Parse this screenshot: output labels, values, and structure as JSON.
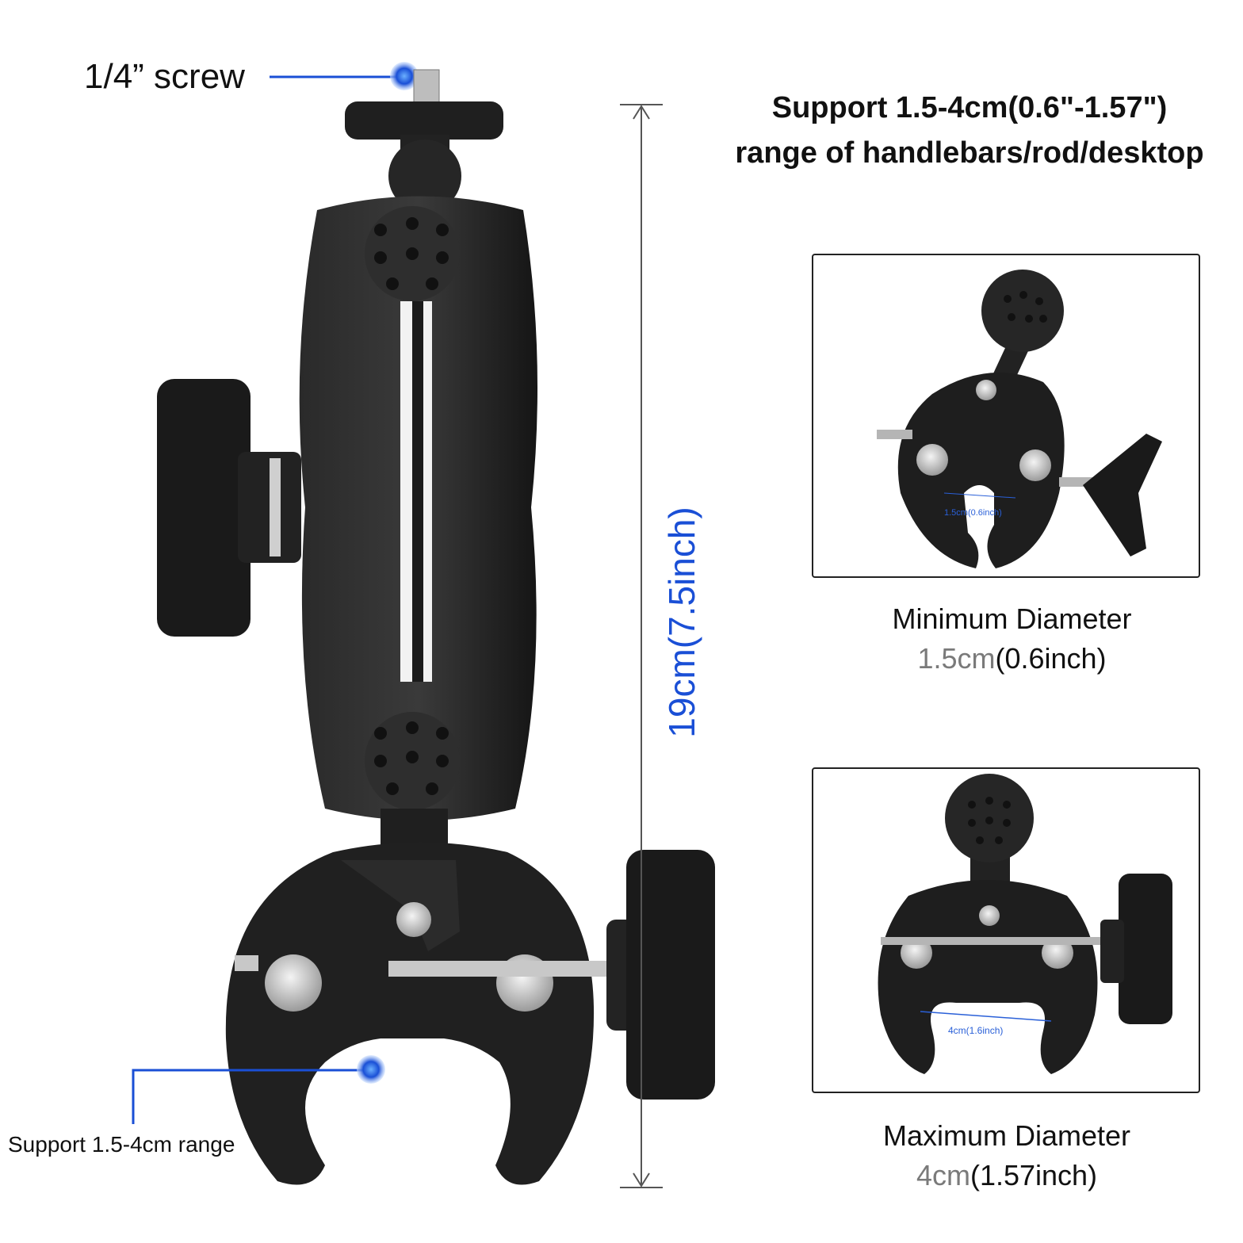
{
  "callouts": {
    "screw": "1/4” screw",
    "range": "Support 1.5-4cm range"
  },
  "header": {
    "line1": "Support 1.5-4cm(0.6\"-1.57\")",
    "line2": "range of handlebars/rod/desktop"
  },
  "dimension": {
    "height": "19cm(7.5inch)"
  },
  "min_panel": {
    "title": "Minimum Diameter",
    "value_cm": "1.5cm",
    "value_inch": "(0.6inch)",
    "inner_label": "1.5cm(0.6inch)"
  },
  "max_panel": {
    "title": "Maximum Diameter",
    "value_cm": "4cm",
    "value_inch": "(1.57inch)",
    "inner_label": "4cm(1.6inch)"
  },
  "colors": {
    "accent_blue": "#1a4fd6",
    "body_black": "#1c1c1c"
  },
  "icons": [
    "callout-dot-icon",
    "dimension-arrow-icon"
  ]
}
